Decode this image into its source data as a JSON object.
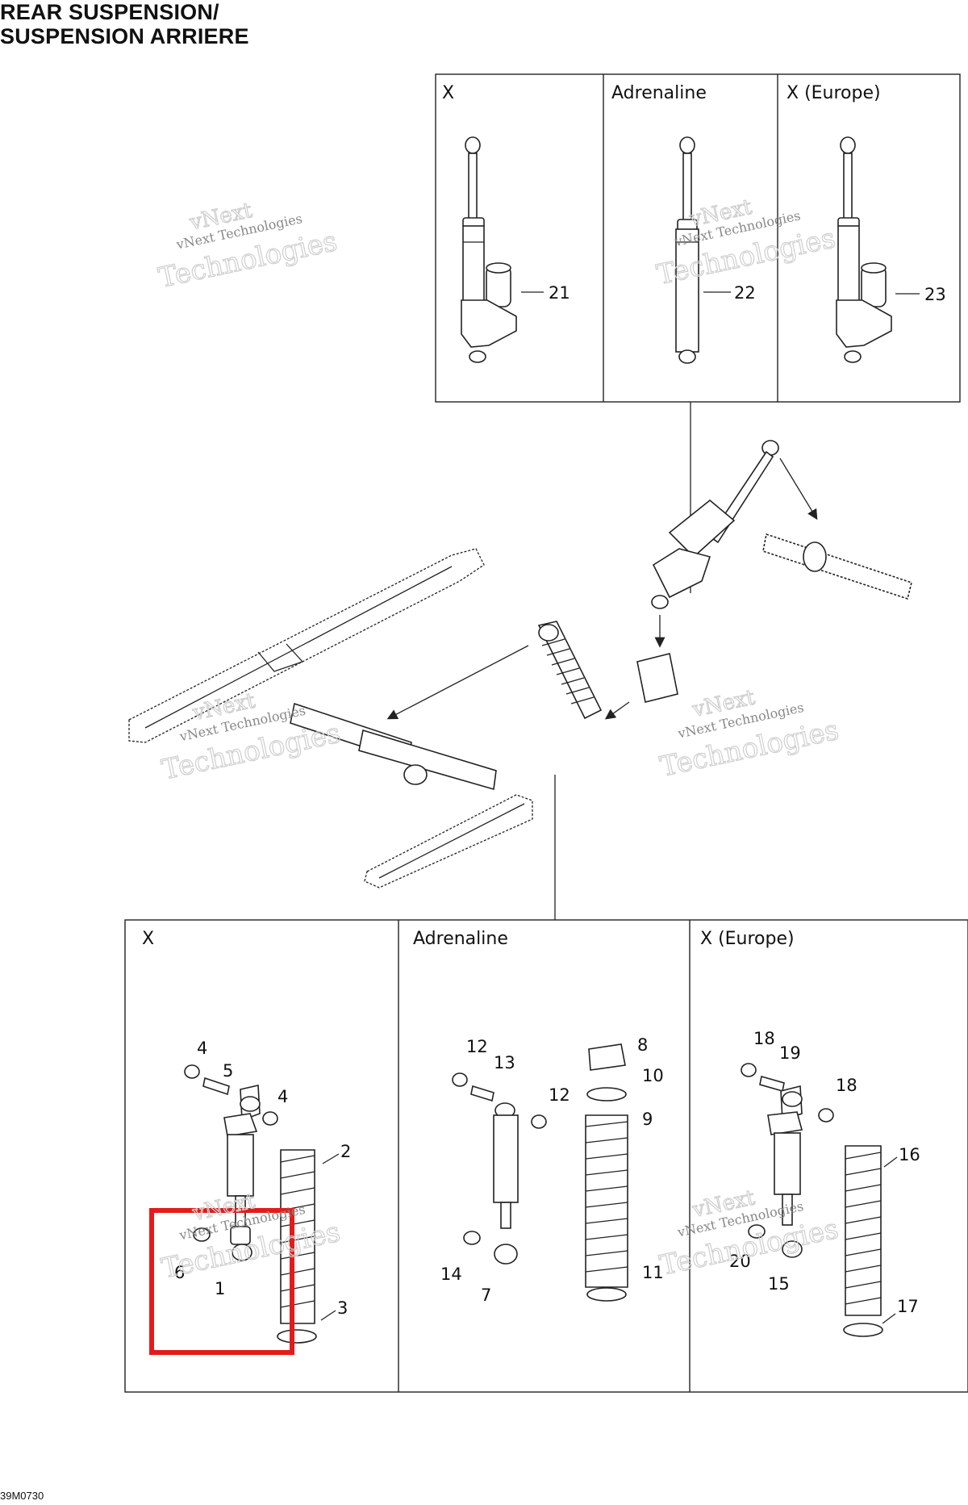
{
  "title": {
    "line1": "REAR SUSPENSION/",
    "line2": "SUSPENSION ARRIERE"
  },
  "drawing_code": "39M0730",
  "watermark": {
    "brand_top": "vNext",
    "brand_line": "vNext Technologies",
    "brand_big": "Technologies"
  },
  "top_panels": [
    {
      "label": "X",
      "callout": "21"
    },
    {
      "label": "Adrenaline",
      "callout": "22"
    },
    {
      "label": "X (Europe)",
      "callout": "23"
    }
  ],
  "bottom_panels": [
    {
      "label": "X",
      "callouts": [
        "4",
        "5",
        "4",
        "2",
        "6",
        "1",
        "3"
      ]
    },
    {
      "label": "Adrenaline",
      "callouts": [
        "12",
        "13",
        "12",
        "8",
        "10",
        "9",
        "14",
        "7",
        "11"
      ]
    },
    {
      "label": "X (Europe)",
      "callouts": [
        "18",
        "19",
        "18",
        "16",
        "20",
        "15",
        "17"
      ]
    }
  ],
  "highlight": {
    "color": "#e31b1b"
  }
}
